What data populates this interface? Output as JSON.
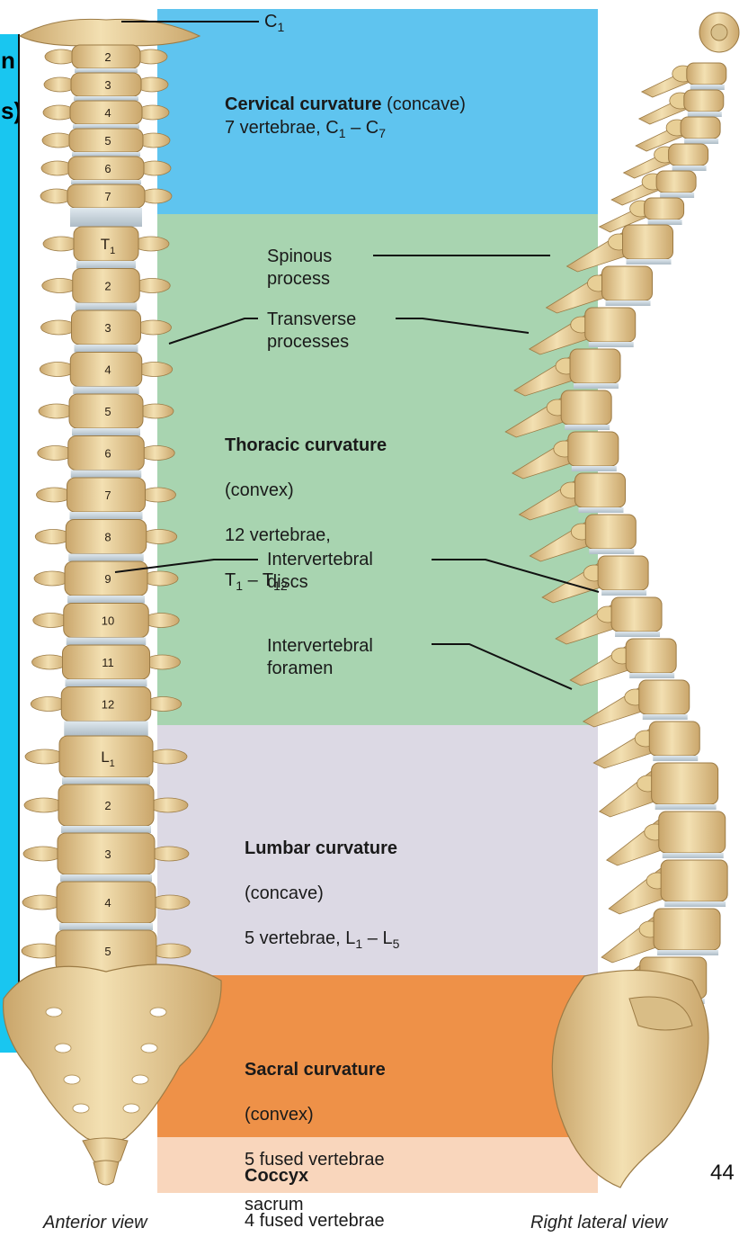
{
  "fragment": {
    "line1": "n",
    "line2": "s)"
  },
  "regions": {
    "c1_label": "C",
    "c1_sub": "1",
    "cervical": {
      "title": "Cervical curvature",
      "shape": " (concave)",
      "detail": "7 vertebrae, C",
      "d_sub1": "1",
      "d_mid": " – C",
      "d_sub2": "7"
    },
    "thoracic": {
      "title": "Thoracic curvature",
      "shape": "(convex)",
      "line3": "12 vertebrae,",
      "t": "T",
      "t_sub1": "1",
      "t_mid": " – T",
      "t_sub2": "12"
    },
    "lumbar": {
      "title": "Lumbar curvature",
      "shape": "(concave)",
      "detail": "5 vertebrae, L",
      "d_sub1": "1",
      "d_mid": " – L",
      "d_sub2": "5"
    },
    "sacral": {
      "title": "Sacral curvature",
      "shape": "(convex)",
      "line3": "5 fused vertebrae",
      "line4": "sacrum"
    },
    "coccyx": {
      "title": "Coccyx",
      "detail": "4 fused vertebrae"
    }
  },
  "callouts": {
    "spinous": {
      "l1": "Spinous",
      "l2": "process"
    },
    "transverse": {
      "l1": "Transverse",
      "l2": "processes"
    },
    "discs": {
      "l1": "Intervertebral",
      "l2": "discs"
    },
    "foramen": {
      "l1": "Intervertebral",
      "l2": "foramen"
    }
  },
  "vertebra_numbers": {
    "cervical": [
      "2",
      "3",
      "4",
      "5",
      "6",
      "7"
    ],
    "thoracic_first": "T",
    "thoracic_first_sub": "1",
    "thoracic": [
      "2",
      "3",
      "4",
      "5",
      "6",
      "7",
      "8",
      "9",
      "10",
      "11",
      "12"
    ],
    "lumbar_first": "L",
    "lumbar_first_sub": "1",
    "lumbar": [
      "2",
      "3",
      "4",
      "5"
    ]
  },
  "page_number": "44",
  "views": {
    "left": "Anterior view",
    "right": "Right lateral view"
  },
  "colors": {
    "cervical": "#5fc4ef",
    "thoracic": "#a8d4b0",
    "lumbar": "#dcd9e4",
    "sacral": "#ee9148",
    "coccyx": "#f9d6bc",
    "bone": "#ecd39c",
    "disc": "#c8d4dc"
  }
}
